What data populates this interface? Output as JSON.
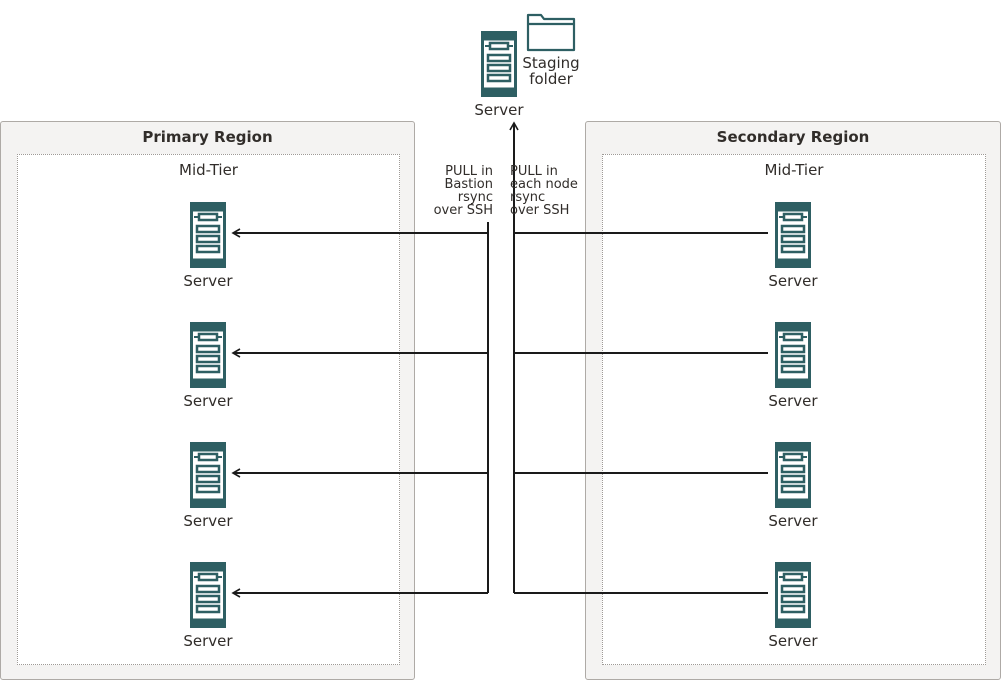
{
  "staging": {
    "server_label": "Server",
    "folder_label_line1": "Staging",
    "folder_label_line2": "folder"
  },
  "primary": {
    "title": "Primary Region",
    "tier_title": "Mid-Tier",
    "servers": [
      "Server",
      "Server",
      "Server",
      "Server"
    ]
  },
  "secondary": {
    "title": "Secondary Region",
    "tier_title": "Mid-Tier",
    "servers": [
      "Server",
      "Server",
      "Server",
      "Server"
    ]
  },
  "flows": {
    "left": [
      "PULL in",
      "Bastion",
      "rsync",
      "over SSH"
    ],
    "right": [
      "PULL in",
      "each node",
      "rsync",
      "over SSH"
    ]
  },
  "colors": {
    "server_icon": "#2e5f63",
    "region_bg": "#f4f3f2",
    "line": "#1a1a1a"
  }
}
